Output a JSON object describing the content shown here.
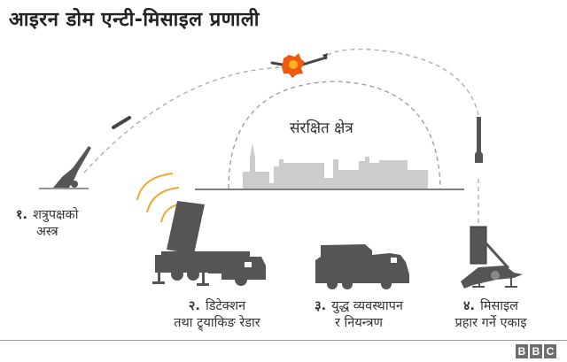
{
  "title": "आइरन डोम एन्टी-मिसाइल प्रणाली",
  "protected_zone": {
    "label": "संरक्षित क्षेत्र"
  },
  "components": [
    {
      "number": "१.",
      "line1": "शत्रुपक्षको",
      "line2": "अस्त्र",
      "icon": "enemy-artillery-icon"
    },
    {
      "number": "२.",
      "line1": "डिटेक्शन",
      "line2": "तथा ट्र्याकिङ रेडार",
      "icon": "radar-truck-icon"
    },
    {
      "number": "३.",
      "line1": "युद्ध व्यवस्थापन",
      "line2": "र नियन्त्रण",
      "icon": "control-truck-icon"
    },
    {
      "number": "४.",
      "line1": "मिसाइल",
      "line2": "प्रहार गर्ने एकाइ",
      "icon": "missile-launcher-icon"
    }
  ],
  "colors": {
    "vehicle": "#555555",
    "skyline": "#cccccc",
    "radar_waves": "#f0a830",
    "explosion": "#f05a10",
    "trajectory": "#aaaaaa"
  },
  "footer": {
    "logo": [
      "B",
      "B",
      "C"
    ]
  }
}
